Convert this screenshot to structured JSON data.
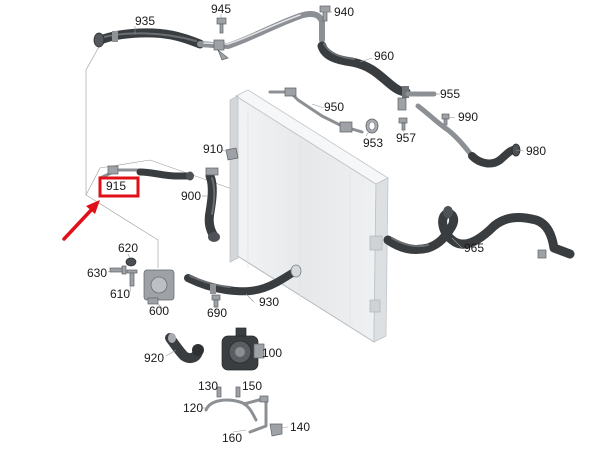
{
  "labels": {
    "l100": "100",
    "l120": "120",
    "l130": "130",
    "l140": "140",
    "l150": "150",
    "l160": "160",
    "l600": "600",
    "l610": "610",
    "l620": "620",
    "l630": "630",
    "l690": "690",
    "l900": "900",
    "l910": "910",
    "l915": "915",
    "l920": "920",
    "l930": "930",
    "l935": "935",
    "l940": "940",
    "l945": "945",
    "l950": "950",
    "l953": "953",
    "l955": "955",
    "l957": "957",
    "l960": "960",
    "l965": "965",
    "l980": "980",
    "l990": "990"
  },
  "colors": {
    "highlight_box": "#e0101a",
    "pointer_arrow": "#e0101a",
    "hose": "#3a3d40",
    "radiator_fill": "#e9ebed"
  },
  "highlight": {
    "part": "915",
    "icon": "pointer-arrow-icon"
  }
}
